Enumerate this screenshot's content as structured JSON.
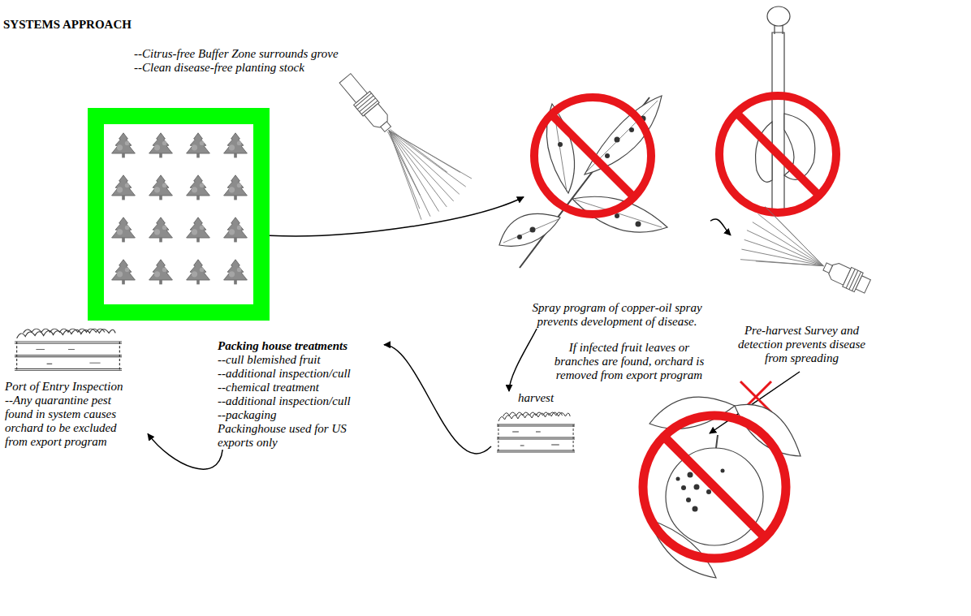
{
  "diagram": {
    "title": "SYSTEMS APPROACH",
    "nodes": [
      {
        "text": [
          "--Citrus-free Buffer Zone surrounds grove",
          "--Clean disease-free planting stock"
        ]
      },
      {
        "text": [
          "Spray program of copper-oil spray prevents development of disease."
        ]
      },
      {
        "text": [
          "Pre-harvest Survey and detection prevents disease from spreading"
        ]
      },
      {
        "text": [
          "harvest"
        ]
      },
      {
        "text": [
          "Packing house treatments",
          "--cull blemished fruit",
          "--additional inspection/cull",
          "--chemical treatment",
          "--additional inspection/cull",
          "--packaging",
          "Packinghouse used for US exports only"
        ]
      },
      {
        "text": [
          "Port of Entry Inspection",
          "--Any quarantine pest found in system causes orchard to be excluded from export program"
        ]
      }
    ],
    "edges": [
      {
        "from": 0,
        "to": 1,
        "arrow": "to"
      },
      {
        "from": 1,
        "to": 2,
        "arrow": "to"
      },
      {
        "from": 1,
        "to": 3,
        "arrow": "to"
      },
      {
        "from": 3,
        "to": 4,
        "arrow": "to"
      },
      {
        "from": 4,
        "to": 5,
        "arrow": "to"
      }
    ],
    "labels": [
      "If infected fruit leaves or branches are found, orchard is removed from export program"
    ]
  }
}
